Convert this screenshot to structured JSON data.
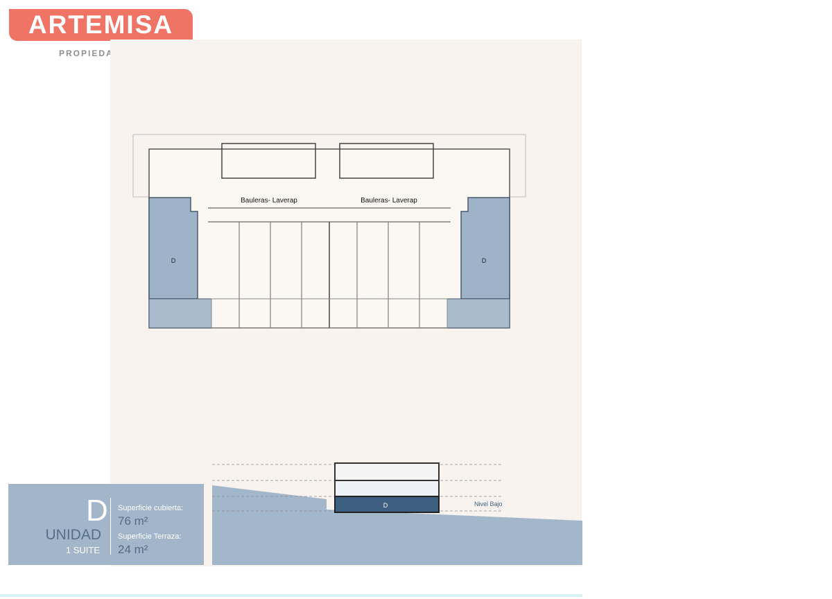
{
  "brand": {
    "name": "ARTEMISA",
    "subtitle": "PROPIEDADES",
    "color": "#f07465"
  },
  "plan": {
    "storage_label_left": "Bauleras- Laverap",
    "storage_label_right": "Bauleras- Laverap",
    "unit_label_left": "D",
    "unit_label_right": "D",
    "highlight_color": "#9fb3c8"
  },
  "section": {
    "level_label": "Nivel Bajo",
    "unit_label": "D"
  },
  "unit_info": {
    "letter": "D",
    "title": "UNIDAD",
    "suites": "1 SUITE",
    "covered_label": "Superficie cubierta:",
    "covered_value": "76 m²",
    "terrace_label": "Superficie Terraza:",
    "terrace_value": "24 m²"
  }
}
